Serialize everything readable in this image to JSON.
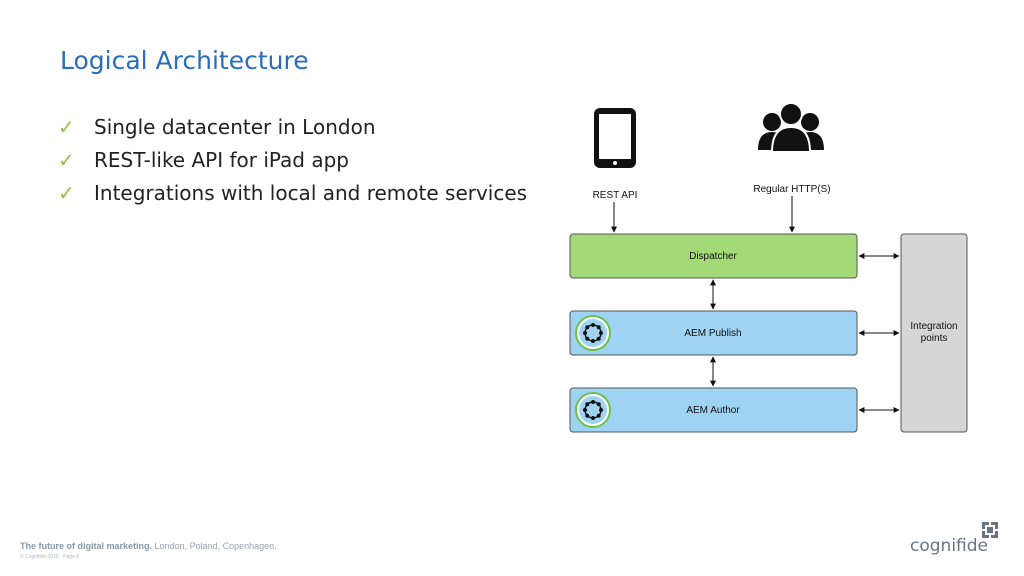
{
  "slide": {
    "title": "Logical Architecture",
    "bullets": [
      "Single datacenter in London",
      "REST-like API for iPad app",
      "Integrations with local and remote services"
    ]
  },
  "diagram": {
    "ipad_label": "REST API",
    "users_label": "Regular HTTP(S)",
    "dispatcher": "Dispatcher",
    "publish": "AEM Publish",
    "author": "AEM Author",
    "integration_line1": "Integration",
    "integration_line2": "points",
    "colors": {
      "dispatcher": "#a3d977",
      "aem": "#9fd3f3",
      "integration": "#d6d6d6",
      "icon_ring": "#6bbf4e"
    }
  },
  "footer": {
    "tagline_bold": "The future of digital marketing.",
    "tagline_rest": "London, Poland, Copenhagen.",
    "copyright": "© Cognifide 2015 · Page 8"
  },
  "logo": {
    "text": "cognifide"
  }
}
